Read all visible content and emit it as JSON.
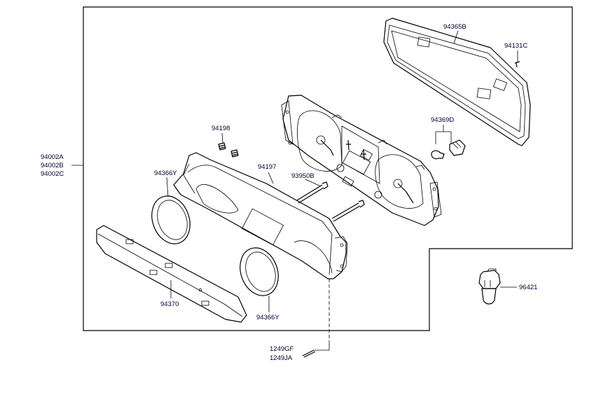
{
  "labels": {
    "assembly_1": "94002A",
    "assembly_2": "94002B",
    "assembly_3": "94002C",
    "rear_cover": "94365B",
    "screw_small": "94131C",
    "bulb_socket": "94369D",
    "springs": "94198",
    "lens_housing": "94197",
    "bolt": "93950B",
    "ring_left": "94366Y",
    "ring_right": "94366Y",
    "garnish": "94370",
    "screw_1": "1249GF",
    "screw_2": "1249JA",
    "sensor": "96421"
  }
}
